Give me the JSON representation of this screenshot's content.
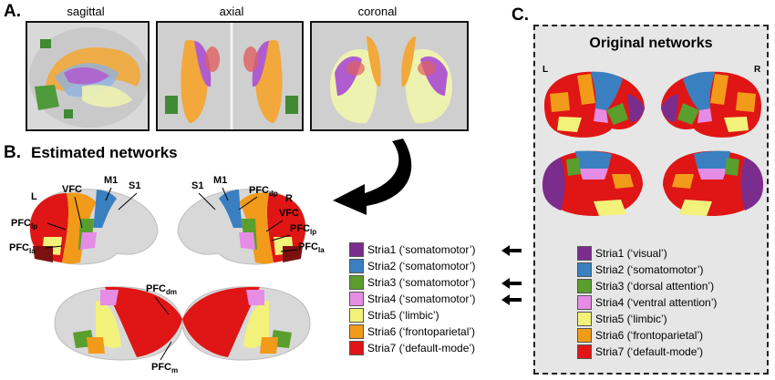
{
  "panels": {
    "a": {
      "letter": "A.",
      "views": [
        "sagittal",
        "axial",
        "coronal"
      ]
    },
    "b": {
      "letter": "B.",
      "title": "Estimated networks",
      "hemi_left": "L",
      "hemi_right": "R"
    },
    "c": {
      "letter": "C.",
      "title": "Original networks",
      "hemi_left": "L",
      "hemi_right": "R"
    }
  },
  "region_labels": {
    "vfc": "VFC",
    "m1": "M1",
    "s1": "S1",
    "pfc": "PFC",
    "lp": "lp",
    "la": "la",
    "dp": "dp",
    "dm": "dm",
    "m": "m"
  },
  "colors": {
    "stria1": "#7b2d8e",
    "stria2": "#3a80c0",
    "stria3": "#5a9e2e",
    "stria4": "#e58ce5",
    "stria5": "#f2f27a",
    "stria6": "#f29a1a",
    "stria7": "#e01515",
    "cortex": "#d8d8d8",
    "arrow": "#000000"
  },
  "legend_b": [
    {
      "label": "Stria1  (‘somatomotor’)",
      "color": "#7b2d8e",
      "arrow": true
    },
    {
      "label": "Stria2 (‘somatomotor’)",
      "color": "#3a80c0",
      "arrow": false
    },
    {
      "label": "Stria3 (‘somatomotor’)",
      "color": "#5a9e2e",
      "arrow": true
    },
    {
      "label": "Stria4 (‘somatomotor’)",
      "color": "#e58ce5",
      "arrow": true
    },
    {
      "label": "Stria5 (‘limbic’)",
      "color": "#f2f27a",
      "arrow": false
    },
    {
      "label": "Stria6 (‘frontoparietal’)",
      "color": "#f29a1a",
      "arrow": false
    },
    {
      "label": "Stria7 (‘default-mode’)",
      "color": "#e01515",
      "arrow": false
    }
  ],
  "legend_c": [
    {
      "label": "Stria1  (‘visual’)",
      "color": "#7b2d8e"
    },
    {
      "label": "Stria2 (‘somatomotor’)",
      "color": "#3a80c0"
    },
    {
      "label": "Stria3 (‘dorsal attention’)",
      "color": "#5a9e2e"
    },
    {
      "label": "Stria4 (‘ventral attention’)",
      "color": "#e58ce5"
    },
    {
      "label": "Stria5 (‘limbic’)",
      "color": "#f2f27a"
    },
    {
      "label": "Stria6 (‘frontoparietal’)",
      "color": "#f29a1a"
    },
    {
      "label": "Stria7 (‘default-mode’)",
      "color": "#e01515"
    }
  ]
}
